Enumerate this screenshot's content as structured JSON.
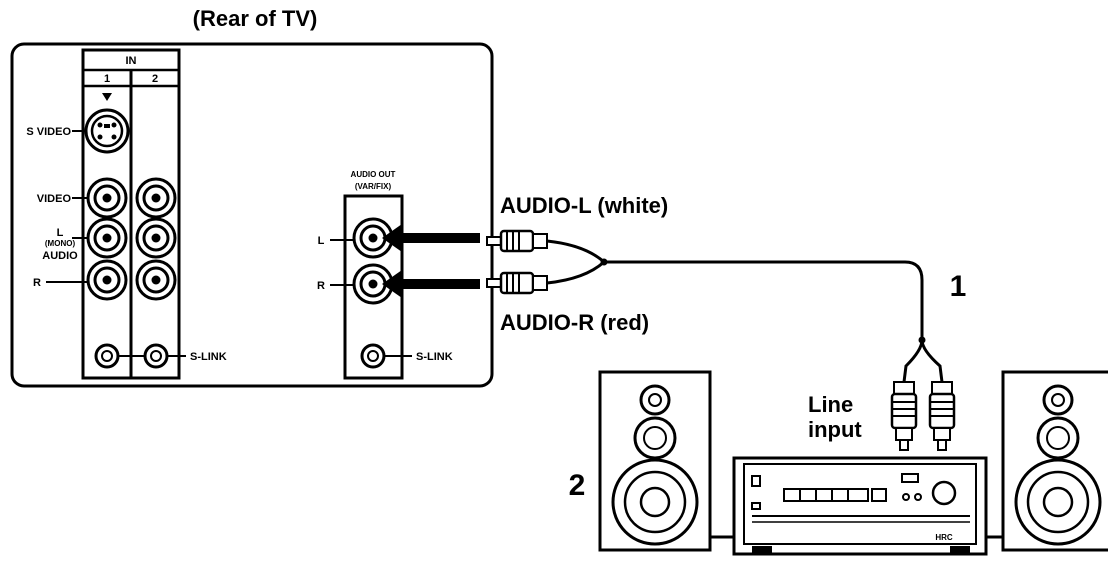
{
  "title": "(Rear of TV)",
  "tv_panel": {
    "in_header": "IN",
    "col1": "1",
    "col2": "2",
    "s_video_label": "S VIDEO",
    "video_label": "VIDEO",
    "l_label": "L",
    "mono_label": "(MONO)",
    "audio_label": "AUDIO",
    "r_label": "R",
    "s_link_left": "S-LINK",
    "audio_out_line1": "AUDIO OUT",
    "audio_out_line2": "(VAR/FIX)",
    "out_l_label": "L",
    "out_r_label": "R",
    "s_link_right": "S-LINK"
  },
  "cable_labels": {
    "audio_l": "AUDIO-L (white)",
    "audio_r": "AUDIO-R (red)"
  },
  "step_1": "1",
  "step_2": "2",
  "line_input_1": "Line",
  "line_input_2": "input",
  "amp_badge": "HRC"
}
